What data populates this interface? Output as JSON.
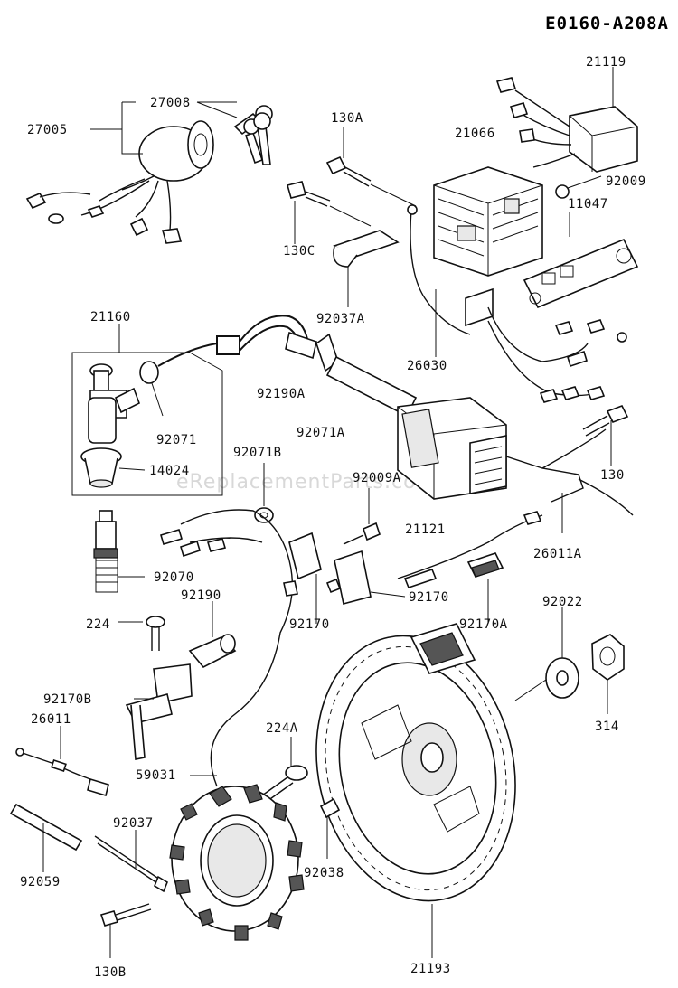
{
  "drawing_id": "E0160-A208A",
  "watermark": "eReplacementParts.com",
  "parts": {
    "p21119": "21119",
    "p27008": "27008",
    "p27005": "27005",
    "p130A": "130A",
    "p21066": "21066",
    "p92009_top": "92009",
    "p11047": "11047",
    "p130C": "130C",
    "p92037A": "92037A",
    "p21160": "21160",
    "p26030": "26030",
    "p92190A": "92190A",
    "p92071": "92071",
    "p92071A": "92071A",
    "p92071B": "92071B",
    "p92009A": "92009A",
    "p130": "130",
    "p14024": "14024",
    "p21121": "21121",
    "p26011A": "26011A",
    "p92070": "92070",
    "p92190": "92190",
    "p92170_right": "92170",
    "p92170A": "92170A",
    "p92022": "92022",
    "p224": "224",
    "p92170_mid": "92170",
    "p92170B": "92170B",
    "p26011": "26011",
    "p314": "314",
    "p224A": "224A",
    "p59031": "59031",
    "p92037": "92037",
    "p92038": "92038",
    "p92059": "92059",
    "p130B": "130B",
    "p21193": "21193"
  }
}
